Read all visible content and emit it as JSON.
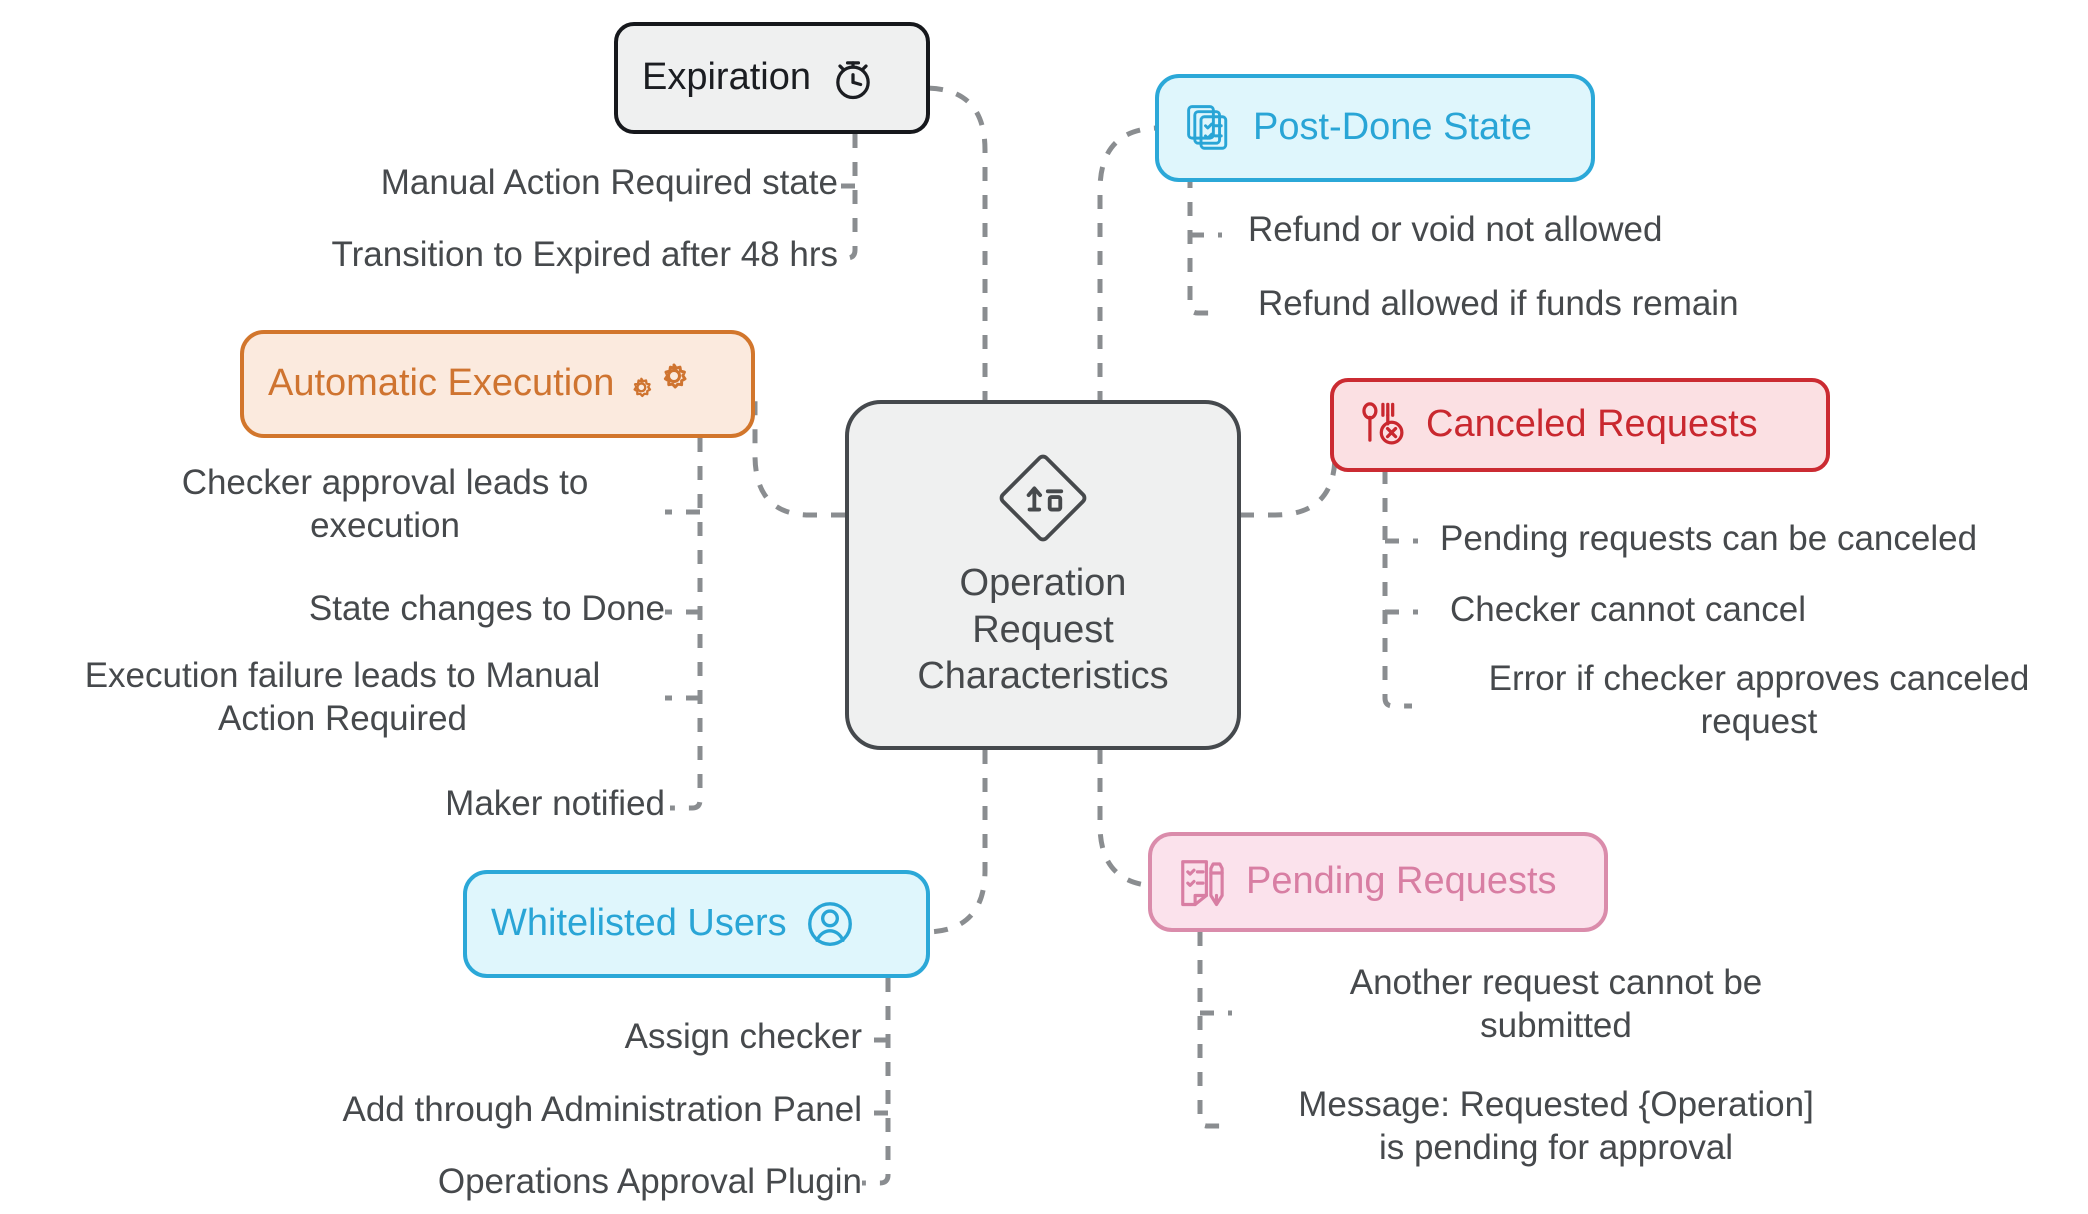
{
  "diagram": {
    "type": "mindmap",
    "title": "Operation Request Characteristics",
    "root": {
      "label": "Operation\nRequest\nCharacteristics",
      "line1": "Operation",
      "line2": "Request",
      "line3": "Characteristics",
      "icon": "request-diamond-icon",
      "border_color": "#45494d",
      "fill_color": "#eff0f0",
      "text_color": "#46494c"
    },
    "branches": [
      {
        "id": "expiration",
        "label": "Expiration",
        "icon": "stopwatch-icon",
        "icon_side": "right",
        "theme": "dark",
        "border_color": "#16181c",
        "fill_color": "#eff0f0",
        "text_color": "#1b1d21",
        "side": "left",
        "leaves": [
          "Manual Action Required state",
          "Transition to Expired after 48 hrs"
        ]
      },
      {
        "id": "automatic-execution",
        "label": "Automatic Execution",
        "icon": "gears-icon",
        "icon_side": "right",
        "theme": "orange",
        "border_color": "#d2762c",
        "fill_color": "#fbeade",
        "text_color": "#cf7430",
        "side": "left",
        "leaves": [
          "Checker approval leads to execution",
          "State changes to Done",
          "Execution failure leads to Manual Action Required",
          "Maker notified"
        ]
      },
      {
        "id": "whitelisted-users",
        "label": "Whitelisted Users",
        "icon": "user-circle-icon",
        "icon_side": "right",
        "theme": "cyan",
        "border_color": "#2ba8d8",
        "fill_color": "#dff6fc",
        "text_color": "#29a5d6",
        "side": "left",
        "leaves": [
          "Assign checker",
          "Add through Administration Panel",
          "Operations Approval Plugin"
        ]
      },
      {
        "id": "post-done-state",
        "label": "Post-Done State",
        "icon": "document-stack-checklist-icon",
        "icon_side": "left",
        "theme": "cyan",
        "border_color": "#2ba8d8",
        "fill_color": "#dff6fc",
        "text_color": "#29a5d6",
        "side": "right",
        "leaves": [
          "Refund or void not allowed",
          "Refund allowed if funds remain"
        ]
      },
      {
        "id": "canceled-requests",
        "label": "Canceled Requests",
        "icon": "cutlery-cancel-icon",
        "icon_side": "left",
        "theme": "red",
        "border_color": "#cb2b32",
        "fill_color": "#fbe0e3",
        "text_color": "#c9282f",
        "side": "right",
        "leaves": [
          "Pending requests can be canceled",
          "Checker cannot cancel",
          "Error if checker approves canceled request"
        ]
      },
      {
        "id": "pending-requests",
        "label": "Pending Requests",
        "icon": "checklist-pen-icon",
        "icon_side": "left",
        "theme": "pink",
        "border_color": "#da8cab",
        "fill_color": "#fbe2ec",
        "text_color": "#d87ea3",
        "side": "right",
        "leaves": [
          "Another request cannot be submitted",
          "Message: Requested {Operation] is pending for approval"
        ]
      }
    ],
    "leaf_lines": {
      "expiration": [
        [
          "Manual Action Required state"
        ],
        [
          "Transition to Expired after 48 hrs"
        ]
      ],
      "automatic_execution": [
        [
          "Checker approval leads to",
          "execution"
        ],
        [
          "State changes to Done"
        ],
        [
          "Execution failure leads to Manual",
          "Action Required"
        ],
        [
          "Maker notified"
        ]
      ],
      "whitelisted_users": [
        [
          "Assign checker"
        ],
        [
          "Add through Administration Panel"
        ],
        [
          "Operations Approval Plugin"
        ]
      ],
      "post_done_state": [
        [
          "Refund or void not allowed"
        ],
        [
          "Refund allowed if funds remain"
        ]
      ],
      "canceled_requests": [
        [
          "Pending requests can be canceled"
        ],
        [
          "Checker cannot cancel"
        ],
        [
          "Error if checker approves canceled",
          "request"
        ]
      ],
      "pending_requests": [
        [
          "Another request cannot be",
          "submitted"
        ],
        [
          "Message: Requested {Operation]",
          "is pending for approval"
        ]
      ]
    },
    "style": {
      "connector_color": "#8a8d90",
      "connector_dash": "14 14",
      "connector_width": 5,
      "background": "#ffffff",
      "leaf_text_color": "#46494c"
    }
  }
}
